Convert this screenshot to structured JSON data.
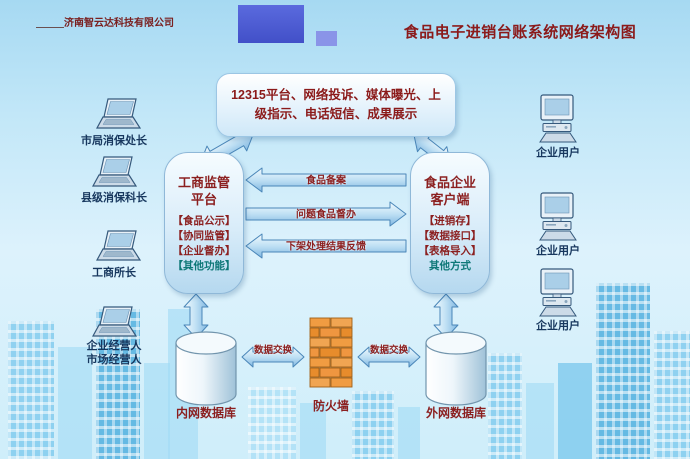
{
  "page": {
    "company": "济南智云达科技有限公司",
    "title": "食品电子进销台账系统网络架构图"
  },
  "top_box": {
    "text": "12315平台、网络投诉、媒体曝光、上级指示、电话短信、成果展示"
  },
  "left_platform": {
    "title": "工商监管\n平台",
    "items": [
      "【食品公示】",
      "【协同监管】",
      "【企业督办】",
      "【其他功能】"
    ]
  },
  "right_platform": {
    "title": "食品企业\n客户端",
    "items": [
      "【进销存】",
      "【数据接口】",
      "【表格导入】",
      "其他方式"
    ]
  },
  "left_nodes": [
    {
      "label": "市局消保处长"
    },
    {
      "label": "县级消保科长"
    },
    {
      "label": "工商所长"
    },
    {
      "label": "企业经营人\n市场经营人"
    }
  ],
  "right_nodes": [
    {
      "label": "企业用户"
    },
    {
      "label": "企业用户"
    },
    {
      "label": "企业用户"
    }
  ],
  "flows": {
    "filing": "食品备案",
    "supervise": "问题食品督办",
    "feedback": "下架处理结果反馈",
    "exchange_left": "数据交换",
    "exchange_right": "数据交换"
  },
  "bottom": {
    "internal_db": "内网数据库",
    "firewall": "防火墙",
    "external_db": "外网数据库"
  },
  "colors": {
    "title_red": "#8B1A1A",
    "label_red": "#8B1F1F",
    "node_navy": "#17375E",
    "deco_blue": "#4A5CD0",
    "arrow_blue": "#8FC4EA",
    "teal_item": "#0E7878",
    "firewall_orange": "#F09C42"
  }
}
